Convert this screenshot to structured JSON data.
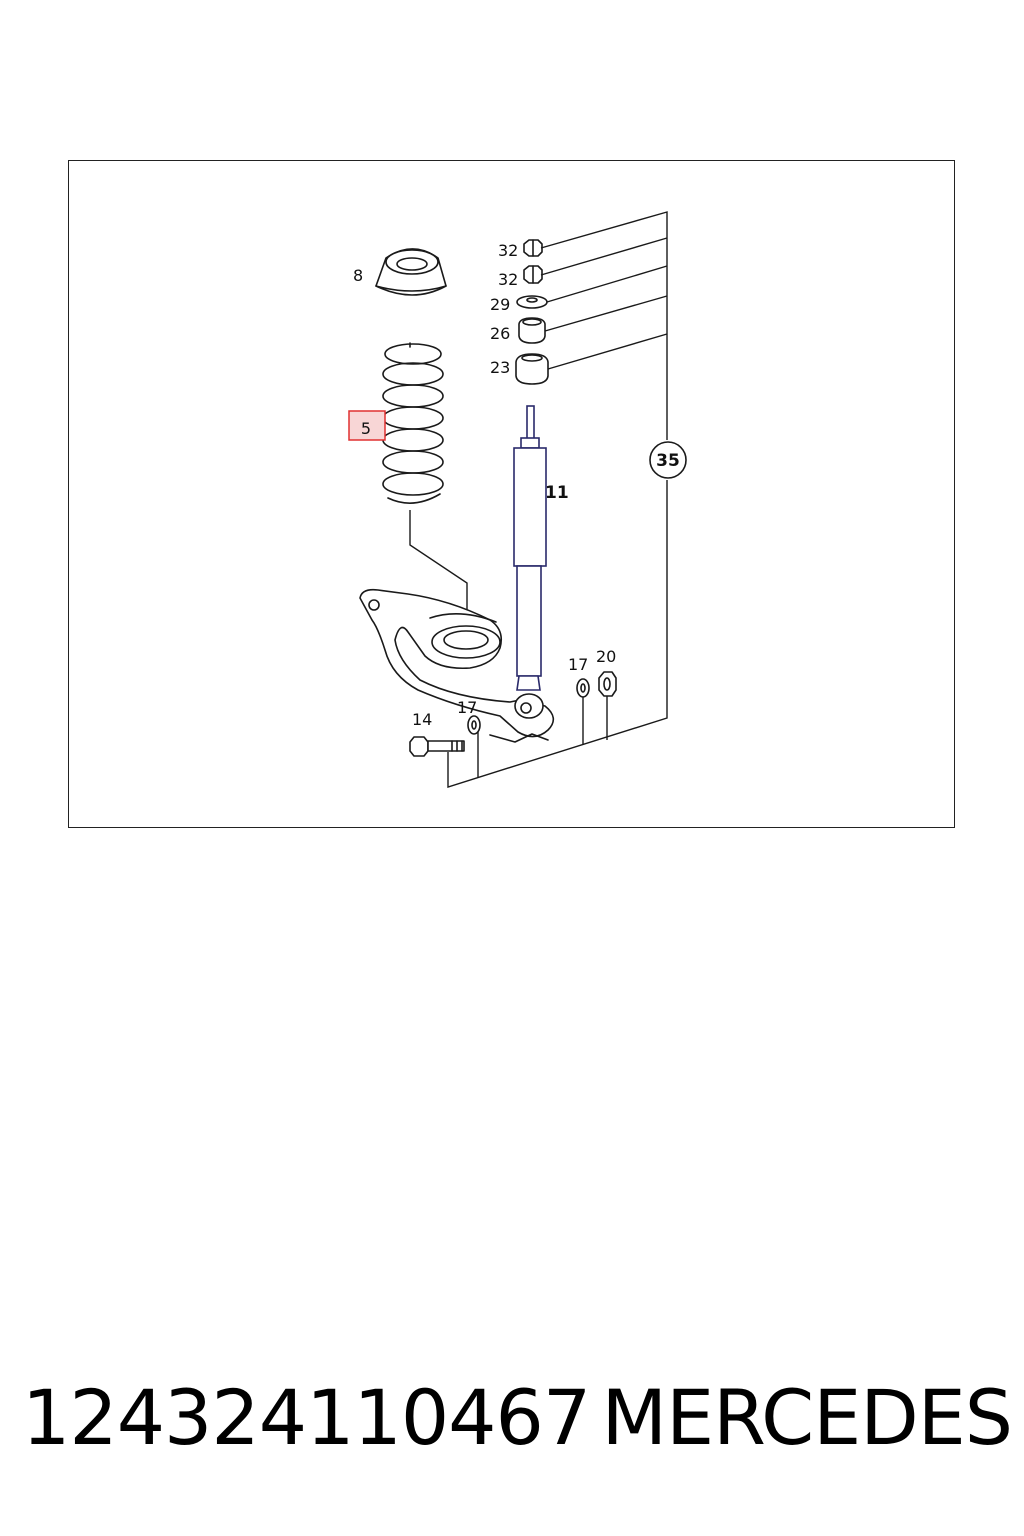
{
  "diagram": {
    "callouts": {
      "c8": "8",
      "c5": "5",
      "c32a": "32",
      "c32b": "32",
      "c29": "29",
      "c26": "26",
      "c23": "23",
      "c11": "11",
      "c35": "35",
      "c17a": "17",
      "c20": "20",
      "c14": "14",
      "c17b": "17"
    },
    "highlight_color": "#e03030",
    "highlight_fill": "#f8d6d6"
  },
  "footer": {
    "part_number": "124324110467",
    "brand": "MERCEDES"
  }
}
